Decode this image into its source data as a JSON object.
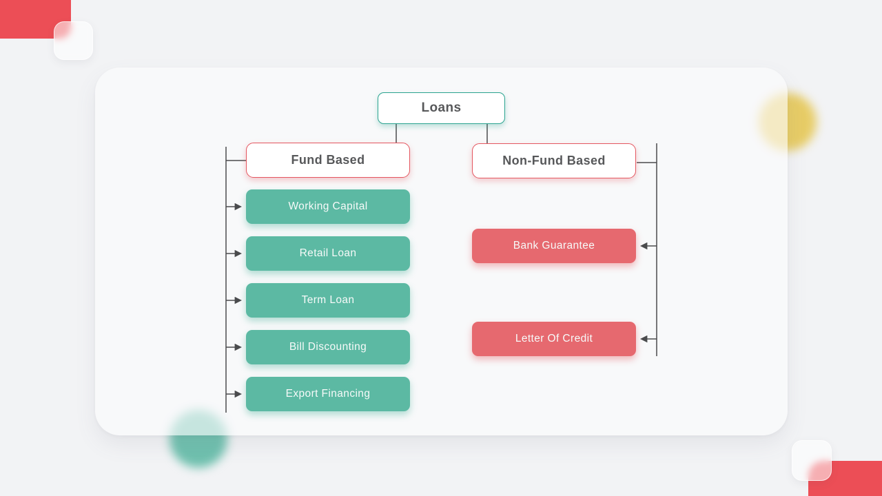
{
  "diagram": {
    "root": {
      "label": "Loans"
    },
    "branches": [
      {
        "label": "Fund Based",
        "children": [
          "Working Capital",
          "Retail Loan",
          "Term Loan",
          "Bill Discounting",
          "Export Financing"
        ]
      },
      {
        "label": "Non-Fund Based",
        "children": [
          "Bank Guarantee",
          "Letter Of Credit"
        ]
      }
    ]
  },
  "palette": {
    "page_background": "#f2f3f5",
    "root_border": "#2aa38f",
    "branch_border": "#e4565f",
    "fund_leaf_fill": "#5cb9a3",
    "nonfund_leaf_fill": "#e6696f",
    "connector_line": "#4a4b4d",
    "heading_text": "#57585a",
    "leaf_text": "#f7faf9",
    "corner_accent": "#ec4e56",
    "yellow_circle": "#e7cc66",
    "teal_circle": "#6fc0ae"
  },
  "decorations": {
    "top_left_block": "red-rounded-block",
    "bottom_right_block": "red-rounded-block",
    "glass_squares": "frosted-white-square",
    "circles": [
      "blurred-yellow-circle",
      "blurred-teal-circle"
    ]
  }
}
